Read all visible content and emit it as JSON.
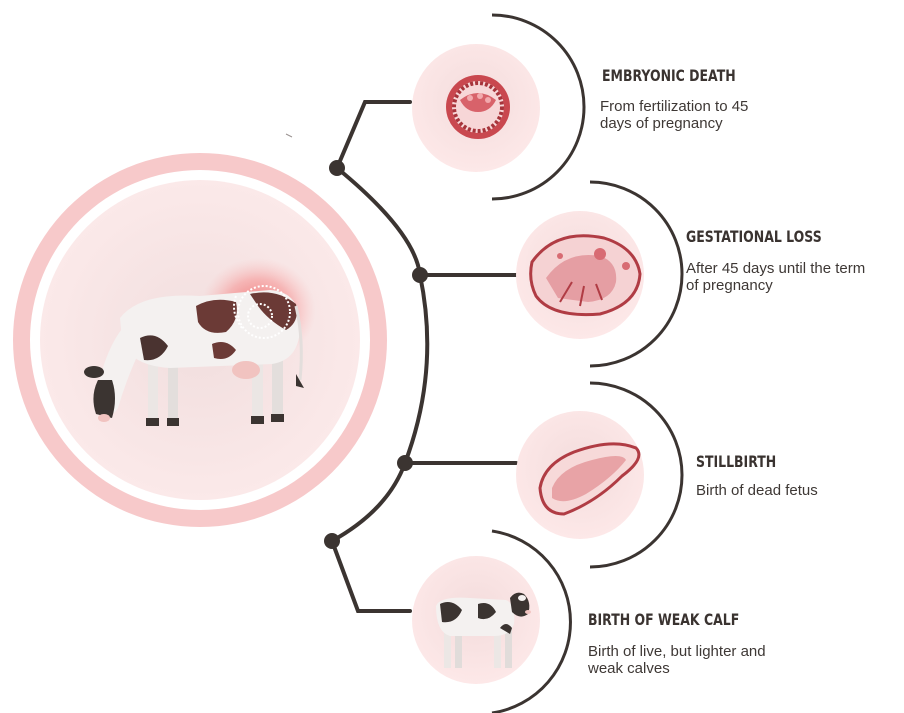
{
  "stages": [
    {
      "title": "EMBRYONIC DEATH",
      "desc_line1": "From fertilization to 45",
      "desc_line2": "days of pregnancy"
    },
    {
      "title": "GESTATIONAL LOSS",
      "desc_line1": "After 45 days until the term",
      "desc_line2": "of pregnancy"
    },
    {
      "title": "STILLBIRTH",
      "desc_line1": "Birth of dead fetus",
      "desc_line2": ""
    },
    {
      "title": "BIRTH OF WEAK CALF",
      "desc_line1": "Birth of live, but lighter and",
      "desc_line2": "weak calves"
    }
  ],
  "icons": [
    "pregnant-cow-icon",
    "embryo-icon",
    "fetus-in-amnion-icon",
    "dead-fetus-icon",
    "weak-calf-icon"
  ],
  "colors": {
    "line": "#3b3431",
    "pink_light": "#fbe4e4",
    "pink_mid": "#f2c4c6",
    "tissue_red": "#c9484f",
    "glow": "#f06b6b"
  }
}
